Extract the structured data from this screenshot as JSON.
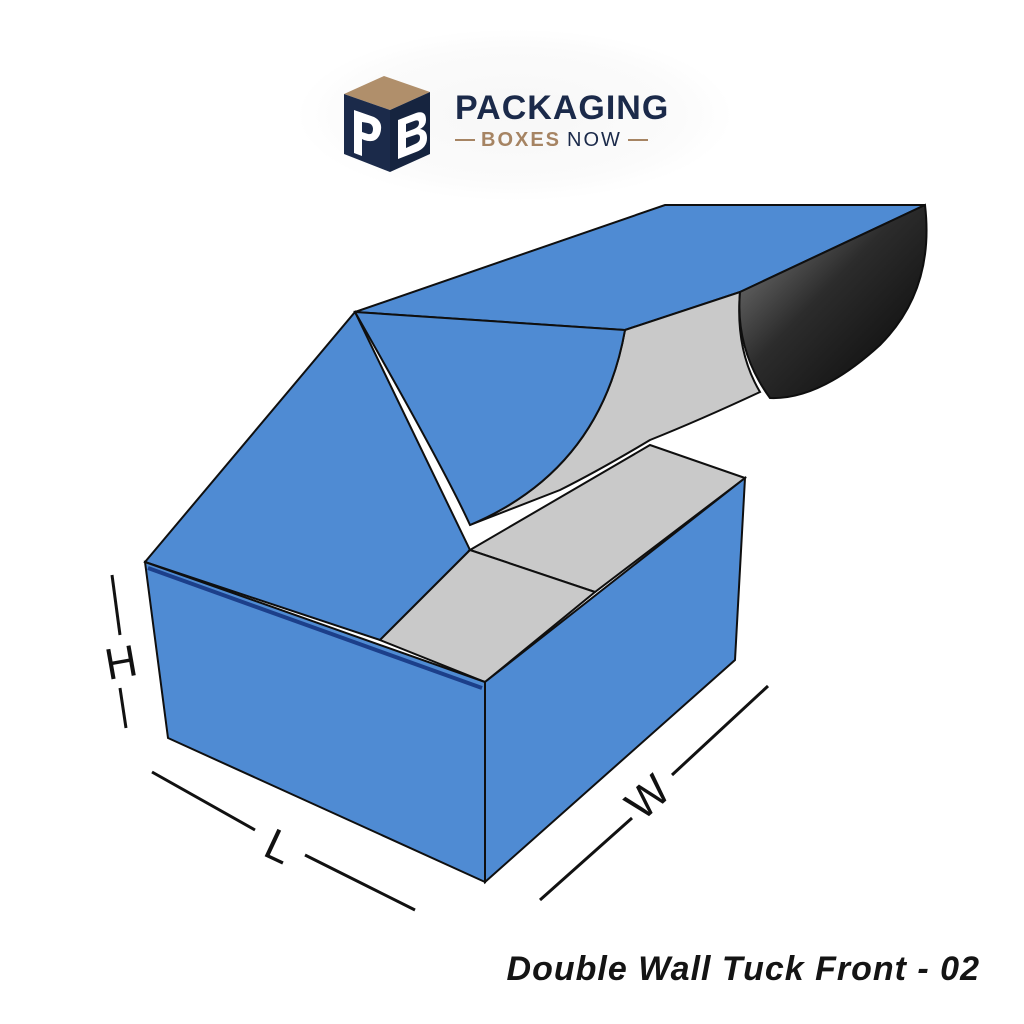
{
  "logo": {
    "line1": "PACKAGING",
    "line2_word1": "BOXES",
    "line2_word2": "NOW"
  },
  "dimensions": {
    "height": "H",
    "length": "L",
    "width": "W"
  },
  "caption": "Double Wall Tuck Front - 02",
  "colors": {
    "box_blue": "#4f8bd3",
    "inner_gray": "#c9c9c9",
    "navy": "#1b2a4a",
    "tan": "#a68463",
    "edge": "#0f0f0f"
  }
}
